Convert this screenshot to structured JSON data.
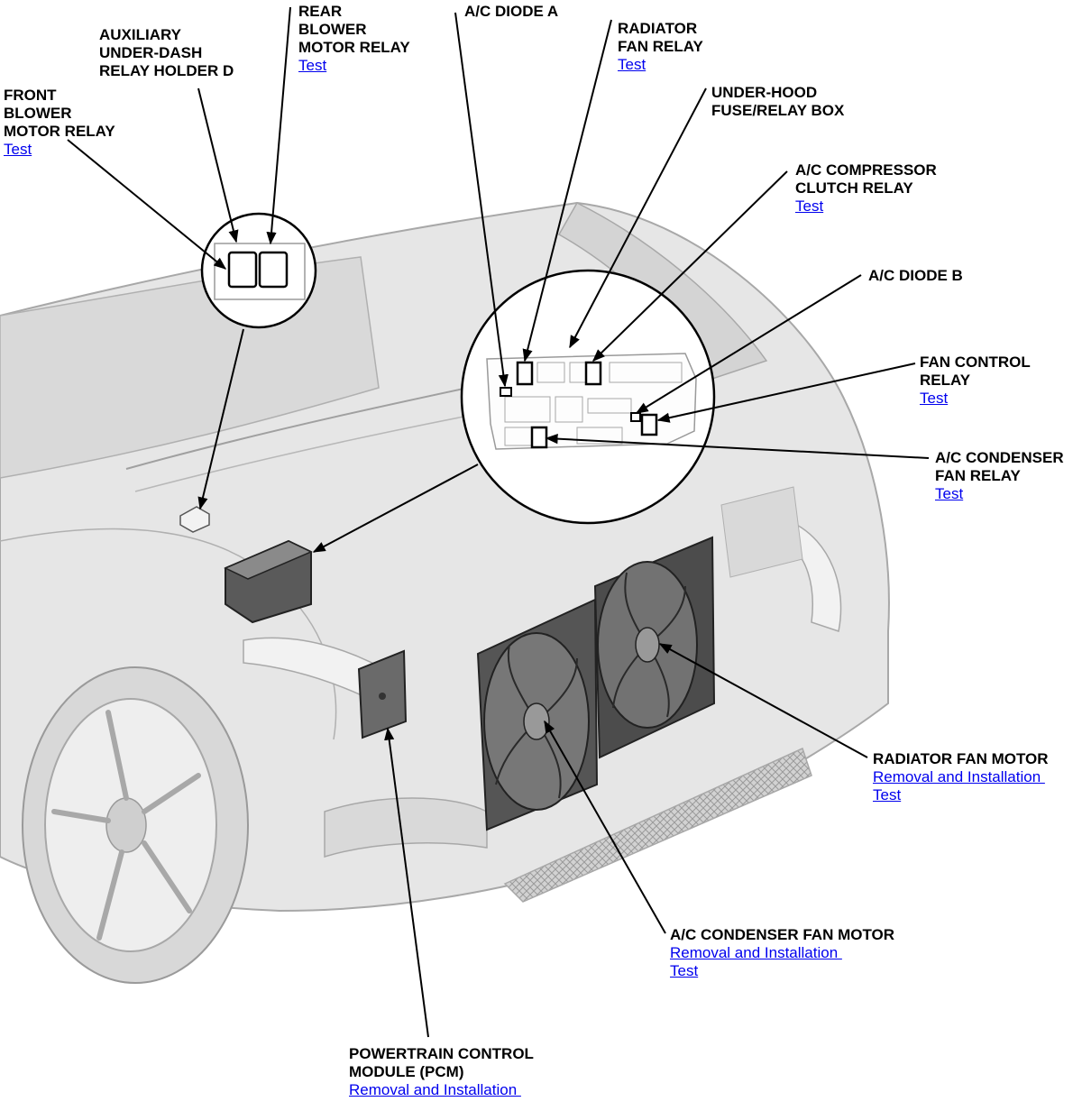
{
  "callouts": {
    "front_blower": {
      "title": "FRONT\nBLOWER\nMOTOR RELAY",
      "links": [
        "Test"
      ]
    },
    "aux_holder": {
      "title": "AUXILIARY\nUNDER-DASH\nRELAY HOLDER D",
      "links": []
    },
    "rear_blower": {
      "title": "REAR\nBLOWER\nMOTOR RELAY",
      "links": [
        "Test"
      ]
    },
    "ac_diode_a": {
      "title": "A/C DIODE A",
      "links": []
    },
    "radiator_fan_relay": {
      "title": "RADIATOR\nFAN RELAY",
      "links": [
        "Test"
      ]
    },
    "under_hood_box": {
      "title": "UNDER-HOOD\nFUSE/RELAY BOX",
      "links": []
    },
    "ac_comp_relay": {
      "title": "A/C COMPRESSOR\nCLUTCH RELAY",
      "links": [
        "Test"
      ]
    },
    "ac_diode_b": {
      "title": "A/C DIODE B",
      "links": []
    },
    "fan_control_relay": {
      "title": "FAN CONTROL\nRELAY",
      "links": [
        "Test"
      ]
    },
    "ac_cond_fan_relay": {
      "title": "A/C CONDENSER\nFAN RELAY",
      "links": [
        "Test"
      ]
    },
    "radiator_fan_motor": {
      "title": "RADIATOR FAN MOTOR",
      "links": [
        "Removal and Installation ",
        "Test"
      ]
    },
    "ac_cond_fan_motor": {
      "title": "A/C CONDENSER FAN MOTOR",
      "links": [
        "Removal and Installation ",
        "Test"
      ]
    },
    "pcm": {
      "title": "POWERTRAIN CONTROL\nMODULE (PCM)",
      "links": [
        "Removal and Installation "
      ]
    }
  },
  "colors": {
    "link": "#0000ee",
    "text": "#000000",
    "car_fill": "#e6e6e6",
    "car_line": "#a8a8a8"
  }
}
